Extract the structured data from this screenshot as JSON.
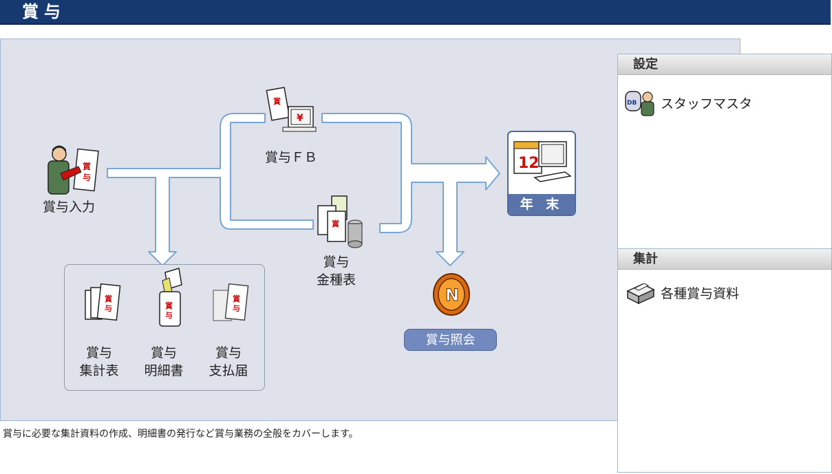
{
  "header": {
    "title": "賞与"
  },
  "flow": {
    "input_label": "賞与入力",
    "fb_label": "賞与ＦＢ",
    "kinshu_label_line1": "賞与",
    "kinshu_label_line2": "金種表",
    "nenmatsu_label": "年 末",
    "calendar_day": "12",
    "shoukai_label": "賞与照会",
    "reports": [
      {
        "line1": "賞与",
        "line2": "集計表"
      },
      {
        "line1": "賞与",
        "line2": "明細書"
      },
      {
        "line1": "賞与",
        "line2": "支払届"
      }
    ],
    "doc_mark": "賞与",
    "yen": "¥"
  },
  "description": "賞与に必要な集計資料の作成、明細書の発行など賞与業務の全般をカバーします。",
  "side": {
    "settings": {
      "title": "設定",
      "items": [
        {
          "label": "スタッフマスタ",
          "icon_text": "DB"
        }
      ]
    },
    "totals": {
      "title": "集計",
      "items": [
        {
          "label": "各種賞与資料"
        }
      ]
    }
  },
  "colors": {
    "header_bg": "#163a6f",
    "panel_bg": "#dfe2ea",
    "button_bg": "#7189bf",
    "doc_red": "#cc1010"
  }
}
